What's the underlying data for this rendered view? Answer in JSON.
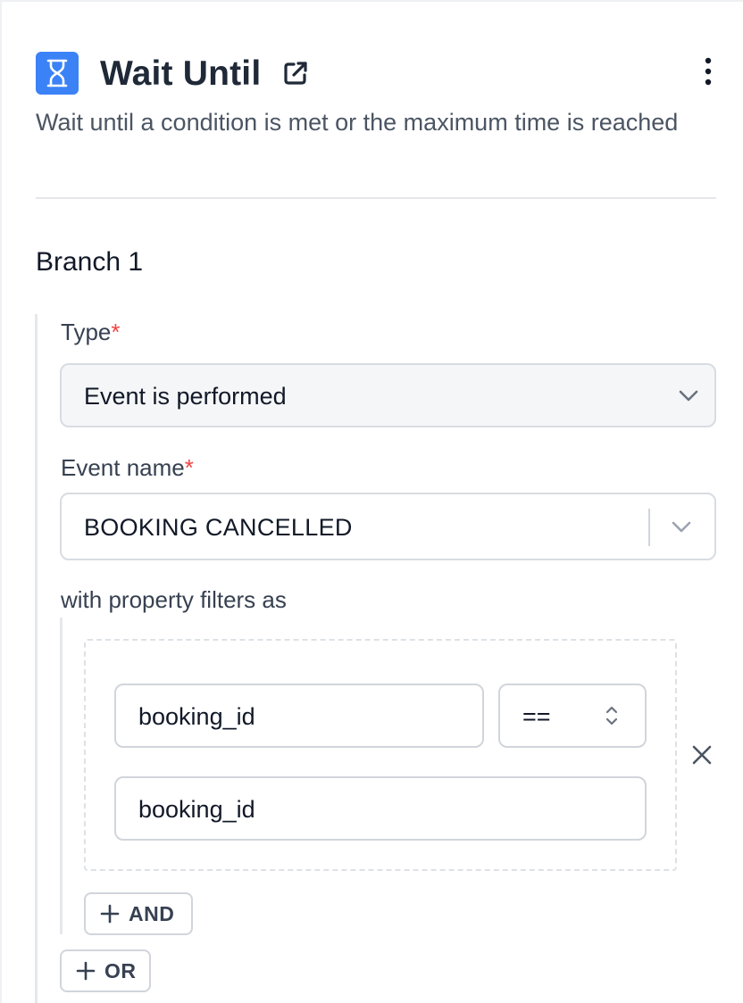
{
  "node": {
    "title": "Wait Until",
    "description": "Wait until a condition is met or the maximum time is reached",
    "icon": "hourglass-icon",
    "icon_color": "#3b82f6"
  },
  "branch": {
    "title": "Branch 1",
    "type_label": "Type",
    "type_value": "Event is performed",
    "event_label": "Event name",
    "event_value": "BOOKING CANCELLED",
    "required_mark": "*",
    "filters_label": "with property filters as",
    "filter": {
      "property": "booking_id",
      "operator": "==",
      "value": "booking_id"
    },
    "and_button": "AND",
    "or_button": "OR"
  },
  "colors": {
    "accent": "#3b82f6",
    "required": "#ef4444"
  }
}
